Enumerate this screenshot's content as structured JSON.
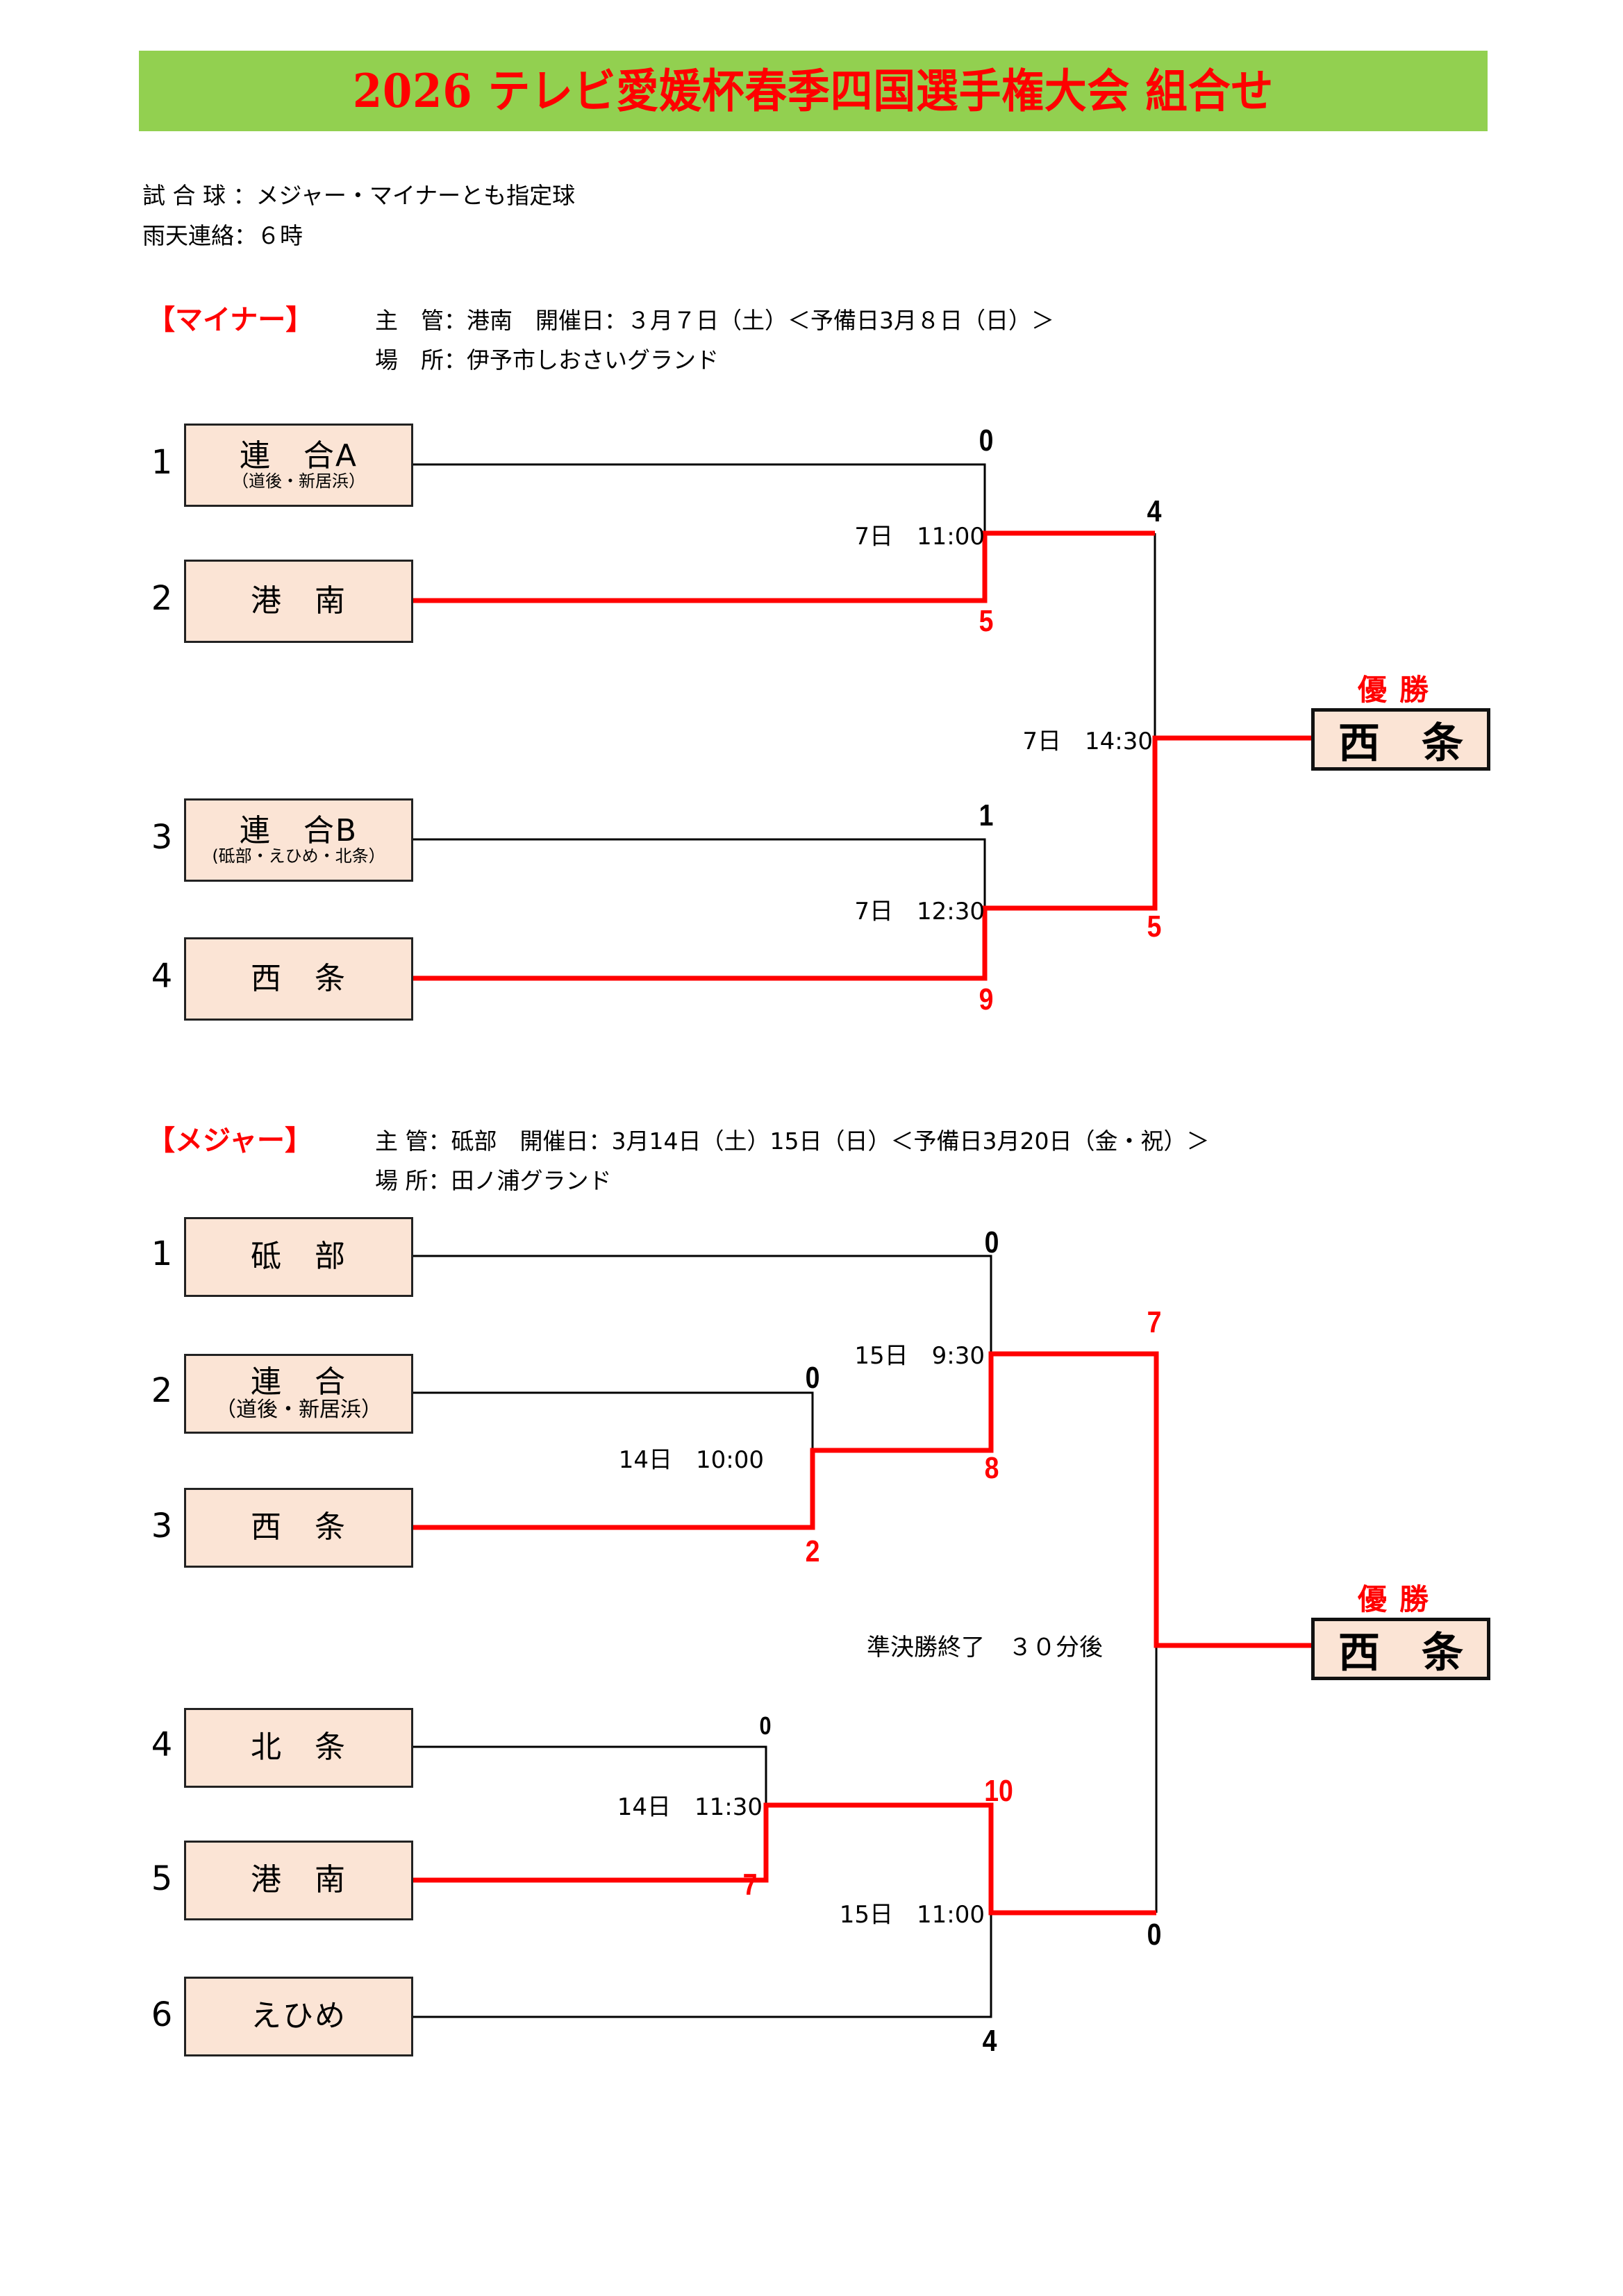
{
  "title": "2026 テレビ愛媛杯春季四国選手権大会 組合せ",
  "info": {
    "ball": "試 合 球 ：メジャー・マイナーとも指定球",
    "rain": "雨天連絡：６時"
  },
  "colors": {
    "title_bg": "#92d050",
    "accent": "#ff0000",
    "team_box": "#fbe4d5"
  },
  "minor": {
    "label": "【マイナー】",
    "host_line": "主　管：港南　開催日：３月７日（土）＜予備日3月８日（日）＞",
    "venue_line": "場　所：伊予市しおさいグランド",
    "teams": [
      {
        "seed": "1",
        "name": "連　合A",
        "sub": "（道後・新居浜）"
      },
      {
        "seed": "2",
        "name": "港　南",
        "sub": ""
      },
      {
        "seed": "3",
        "name": "連　合B",
        "sub": "(砥部・えひめ・北条）"
      },
      {
        "seed": "4",
        "name": "西　条",
        "sub": ""
      }
    ],
    "matches": [
      {
        "time": "7日　11:00",
        "score_top": "0",
        "score_bottom": "5",
        "winner": "bottom"
      },
      {
        "time": "7日　12:30",
        "score_top": "1",
        "score_bottom": "9",
        "winner": "bottom"
      },
      {
        "time": "7日　14:30",
        "score_top": "4",
        "score_bottom": "5",
        "winner": "bottom"
      }
    ],
    "champion_label": "優勝",
    "champion": "西条"
  },
  "major": {
    "label": "【メジャー】",
    "host_line": "主 管：砥部　開催日：3月14日（土）15日（日）＜予備日3月20日（金・祝）＞",
    "venue_line": "場 所：田ノ浦グランド",
    "teams": [
      {
        "seed": "1",
        "name": "砥　部",
        "sub": ""
      },
      {
        "seed": "2",
        "name": "連　合",
        "sub": "（道後・新居浜）"
      },
      {
        "seed": "3",
        "name": "西　条",
        "sub": ""
      },
      {
        "seed": "4",
        "name": "北　条",
        "sub": ""
      },
      {
        "seed": "5",
        "name": "港　南",
        "sub": ""
      },
      {
        "seed": "6",
        "name": "えひめ",
        "sub": ""
      }
    ],
    "matches": [
      {
        "time": "14日　10:00",
        "score_top": "0",
        "score_bottom": "2",
        "winner": "bottom"
      },
      {
        "time": "15日　9:30",
        "score_top": "0",
        "score_bottom": "8",
        "winner": "bottom"
      },
      {
        "time": "14日　11:30",
        "score_top": "0",
        "score_bottom": "7",
        "winner": "bottom"
      },
      {
        "time": "15日　11:00",
        "score_top": "10",
        "score_bottom": "4",
        "winner": "top"
      },
      {
        "time": "",
        "score_top": "7",
        "score_bottom": "0",
        "winner": "top"
      }
    ],
    "final_note": "準決勝終了　３０分後",
    "champion_label": "優勝",
    "champion": "西条"
  }
}
